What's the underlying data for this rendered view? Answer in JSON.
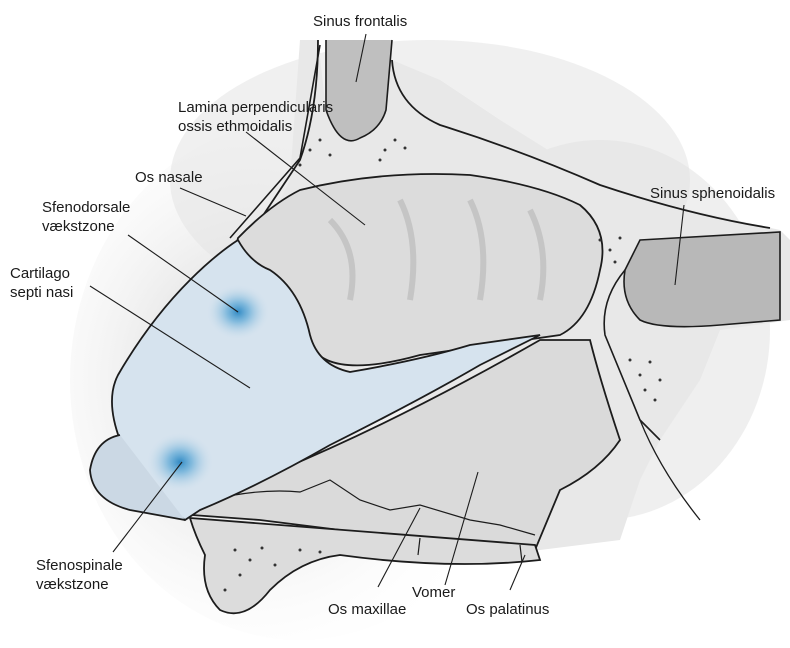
{
  "labels": {
    "sinus_frontalis": "Sinus frontalis",
    "lamina_line1": "Lamina perpendicularis",
    "lamina_line2": "ossis ethmoidalis",
    "os_nasale": "Os nasale",
    "sfenodorsale_line1": "Sfenodorsale",
    "sfenodorsale_line2": "vækstzone",
    "cartilago_line1": "Cartilago",
    "cartilago_line2": "septi nasi",
    "sinus_sphenoidalis": "Sinus sphenoidalis",
    "sfenospinale_line1": "Sfenospinale",
    "sfenospinale_line2": "vækstzone",
    "os_maxillae": "Os maxillae",
    "vomer": "Vomer",
    "os_palatinus": "Os palatinus"
  },
  "colors": {
    "outline": "#1c1c1c",
    "bone_fill": "#e6e6e6",
    "shadow": "#cfcfcf",
    "cartilage_fill": "#d6e3ee",
    "growth_zone": "#2a86c2"
  }
}
